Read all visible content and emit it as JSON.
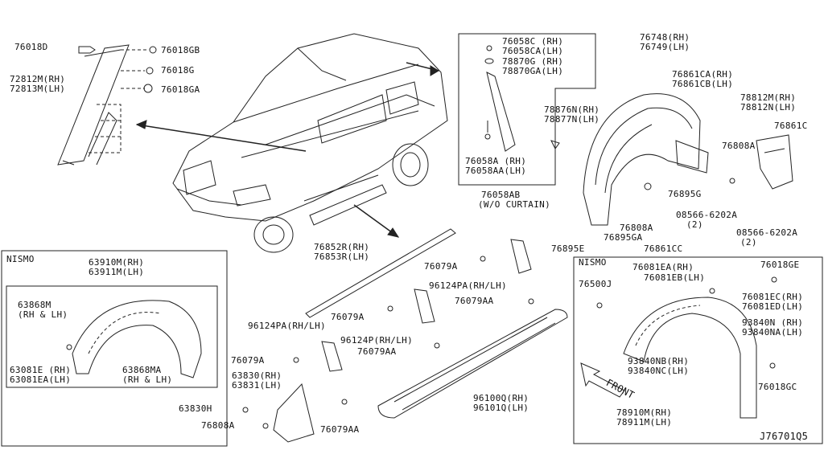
{
  "diagram_code": "J76701Q5",
  "front_arrow_label": "FRONT",
  "sections": {
    "nismo_left": "NISMO",
    "nismo_right": "NISMO"
  },
  "labels": {
    "l76018D": "76018D",
    "l76018GB": "76018GB",
    "l76018G": "76018G",
    "l76018GA": "76018GA",
    "l72812M": "72812M(RH)",
    "l72813M": "72813M(LH)",
    "l76058C": "76058C (RH)",
    "l76058CA": "76058CA(LH)",
    "l78870G": "78870G (RH)",
    "l78870GA": "78870GA(LH)",
    "l78876N": "78876N(RH)",
    "l78877N": "78877N(LH)",
    "l76058A": "76058A (RH)",
    "l76058AA": "76058AA(LH)",
    "l76058AB": "76058AB",
    "lWOCurtain": "(W/O CURTAIN)",
    "l76748": "76748(RH)",
    "l76749": "76749(LH)",
    "l76861CA": "76861CA(RH)",
    "l76861CB": "76861CB(LH)",
    "l78812M": "78812M(RH)",
    "l78812N": "78812N(LH)",
    "l76861C": "76861C",
    "l76808A1": "76808A",
    "l76895G": "76895G",
    "l08566a": "08566-6202A",
    "l08566a_qty": "(2)",
    "l76808A2": "76808A",
    "l76895GA": "76895GA",
    "l08566b": "08566-6202A",
    "l08566b_qty": "(2)",
    "l76895E": "76895E",
    "l76861CC": "76861CC",
    "l76852R": "76852R(RH)",
    "l76853R": "76853R(LH)",
    "l76079A1": "76079A",
    "l96124PA1": "96124PA(RH/LH)",
    "l76079AA1": "76079AA",
    "l76079A2": "76079A",
    "l96124PA2": "96124PA(RH/LH)",
    "l96124P": "96124P(RH/LH)",
    "l76079AA2": "76079AA",
    "l76079A3": "76079A",
    "l63830": "63830(RH)",
    "l63831": "63831(LH)",
    "l63830H": "63830H",
    "l76808A3": "76808A",
    "l76079AA3": "76079AA",
    "l96100Q": "96100Q(RH)",
    "l96101Q": "96101Q(LH)",
    "l63910M": "63910M(RH)",
    "l63911M": "63911M(LH)",
    "l63868M": "63868M",
    "l63868M_side": "(RH & LH)",
    "l63081E": "63081E (RH)",
    "l63081EA": "63081EA(LH)",
    "l63868MA": "63868MA",
    "l63868MA_side": "(RH & LH)",
    "l76500J": "76500J",
    "l76081EA": "76081EA(RH)",
    "l76081EB": "76081EB(LH)",
    "l76018GE": "76018GE",
    "l76081EC": "76081EC(RH)",
    "l76081ED": "76081ED(LH)",
    "l93840N": "93840N (RH)",
    "l93840NA": "93840NA(LH)",
    "l93840NB": "93840NB(RH)",
    "l93840NC": "93840NC(LH)",
    "l76018GC": "76018GC",
    "l78910M": "78910M(RH)",
    "l78911M": "78911M(LH)"
  }
}
